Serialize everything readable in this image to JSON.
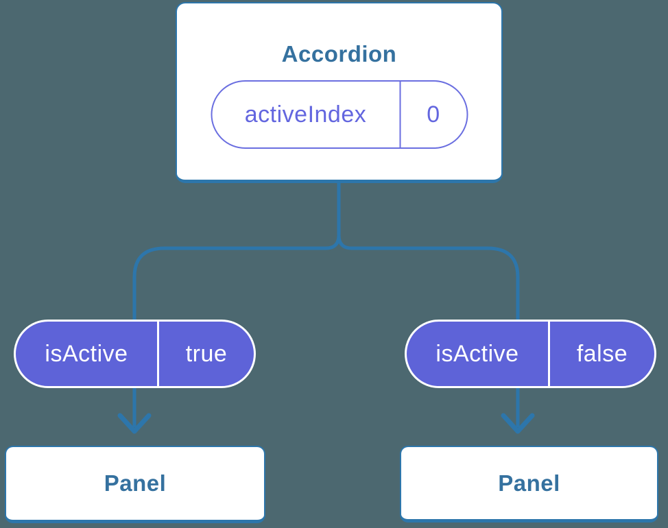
{
  "tree": {
    "root": {
      "title": "Accordion",
      "state": {
        "name": "activeIndex",
        "value": "0"
      }
    },
    "children": [
      {
        "prop": {
          "name": "isActive",
          "value": "true"
        },
        "title": "Panel"
      },
      {
        "prop": {
          "name": "isActive",
          "value": "false"
        },
        "title": "Panel"
      }
    ]
  },
  "colors": {
    "background": "#4c6870",
    "connector": "#2d76ab",
    "node_border": "#2d76ab",
    "node_title_text": "#35719f",
    "prop_pill_fill": "#5e63d8",
    "prop_pill_text": "#ffffff",
    "prop_pill_border": "#ffffff",
    "state_pill_border": "#6a6ee0",
    "state_pill_text": "#6366df",
    "node_fill": "#ffffff"
  }
}
